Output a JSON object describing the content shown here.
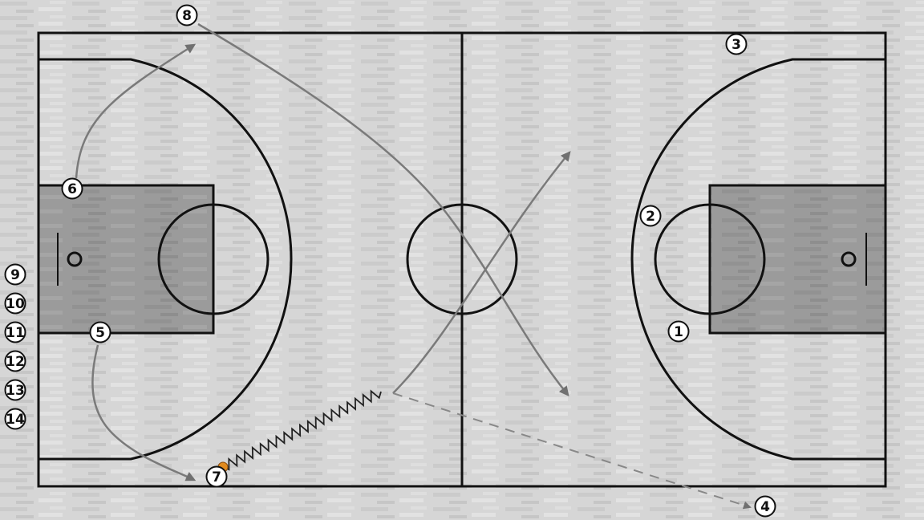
{
  "players": [
    {
      "number": "1"
    },
    {
      "number": "2"
    },
    {
      "number": "3"
    },
    {
      "number": "4"
    },
    {
      "number": "5"
    },
    {
      "number": "6"
    },
    {
      "number": "7"
    },
    {
      "number": "8"
    }
  ],
  "bench": [
    {
      "number": "9"
    },
    {
      "number": "10"
    },
    {
      "number": "11"
    },
    {
      "number": "12"
    },
    {
      "number": "13"
    },
    {
      "number": "14"
    }
  ],
  "colors": {
    "floor": "#d4d4d4",
    "paint": "#9a9a9a",
    "lines": "#111111",
    "arrows": "#7a7a7a",
    "ball": "#e08a1e"
  }
}
